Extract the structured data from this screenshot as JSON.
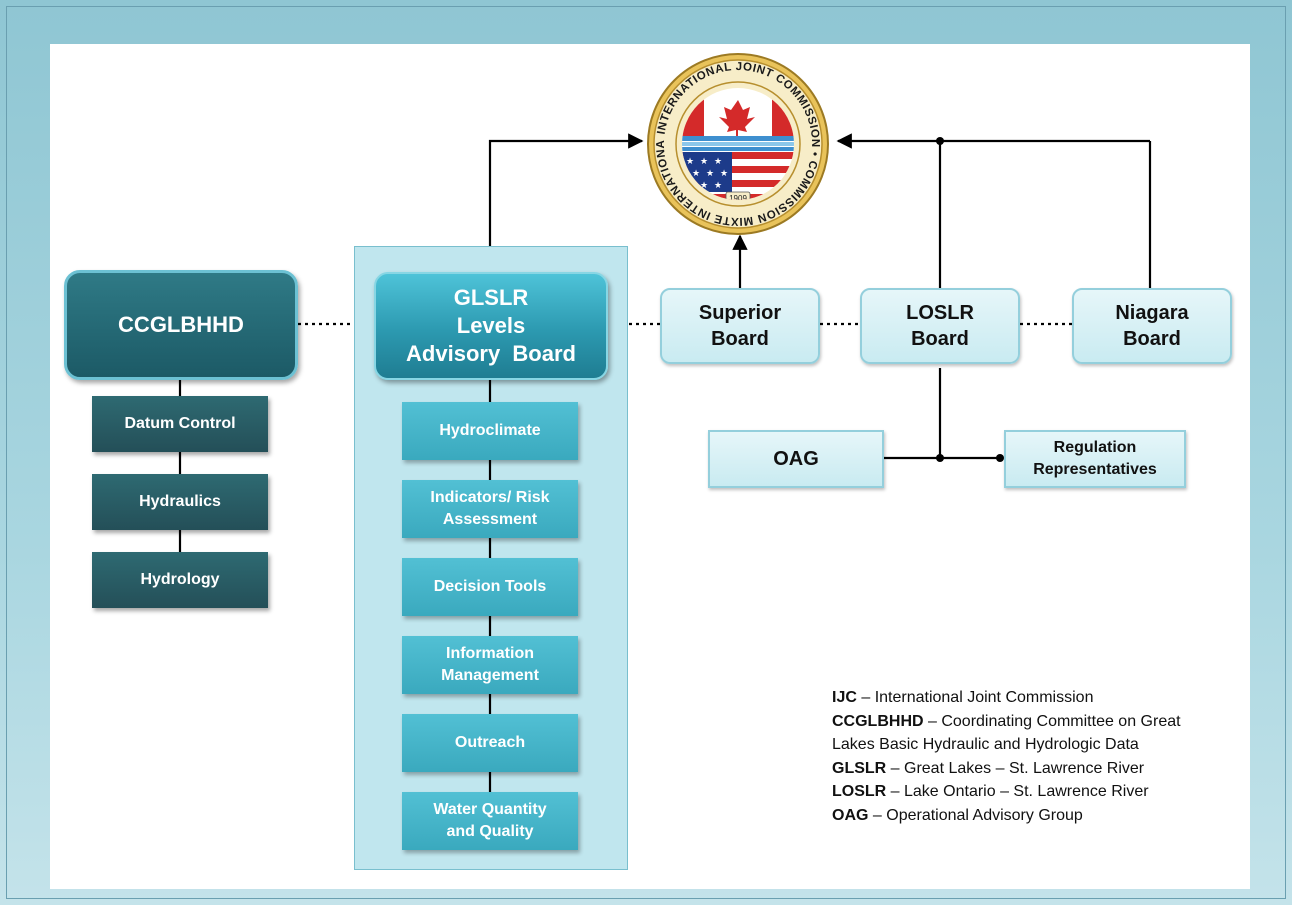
{
  "seal": {
    "text_top": "INTERNATIONAL JOINT COMMISSION • COMMISSION MIXTE INTERNATIONALE",
    "year": "1909"
  },
  "nodes": {
    "ccglbhhd": "CCGLBHHD",
    "ccg_subs": [
      "Datum Control",
      "Hydraulics",
      "Hydrology"
    ],
    "glslr": [
      "GLSLR",
      "Levels",
      "Advisory  Board"
    ],
    "glslr_subs": [
      [
        "Hydroclimate"
      ],
      [
        "Indicators/ Risk",
        "Assessment"
      ],
      [
        "Decision Tools"
      ],
      [
        "Information",
        "Management"
      ],
      [
        "Outreach"
      ],
      [
        "Water Quantity",
        "and Quality"
      ]
    ],
    "superior": [
      "Superior",
      "Board"
    ],
    "loslr": [
      "LOSLR",
      "Board"
    ],
    "niagara": [
      "Niagara",
      "Board"
    ],
    "oag": "OAG",
    "regulation": [
      "Regulation",
      "Representatives"
    ]
  },
  "legend": [
    {
      "abbr": "IJC",
      "text": " – International Joint Commission"
    },
    {
      "abbr": "CCGLBHHD",
      "text": " – Coordinating Committee on Great"
    },
    {
      "abbr": "",
      "text": "Lakes Basic Hydraulic and Hydrologic Data"
    },
    {
      "abbr": "GLSLR",
      "text": " – Great Lakes – St. Lawrence River"
    },
    {
      "abbr": "LOSLR",
      "text": " – Lake Ontario – St. Lawrence River"
    },
    {
      "abbr": "OAG",
      "text": " – Operational Advisory Group"
    }
  ],
  "colors": {
    "dark_teal": "#245a64",
    "teal": "#3aa9be",
    "pale": "#d6f0f5",
    "accent_red": "#d42a2a",
    "accent_blue": "#1d3b8a",
    "gold": "#d8b24a"
  }
}
